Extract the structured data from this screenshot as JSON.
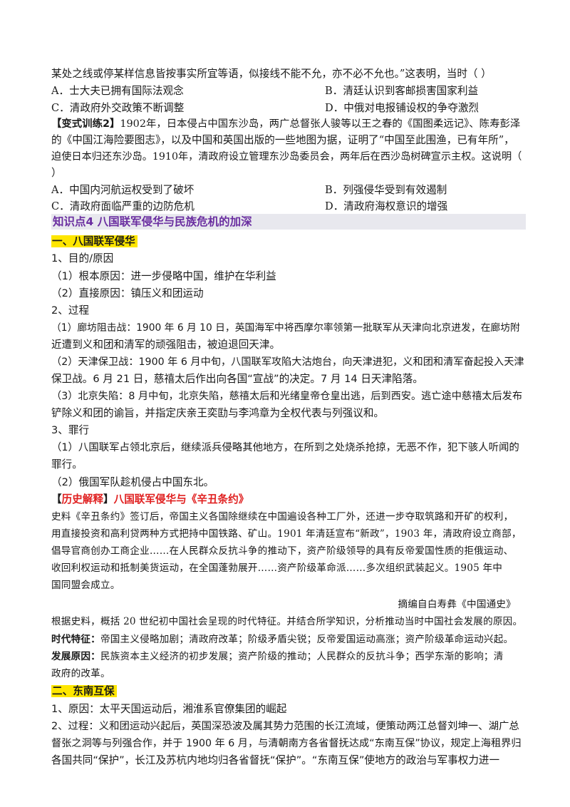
{
  "q_prev": {
    "line1": "某处之线或停某样信息皆按事实所宜等语，似接线不能不允，亦不必不允也。”这表明，当时（        ）",
    "optA": "A．士大夫已拥有国际法观念",
    "optB": "B．清廷认识到客邮损害国家利益",
    "optC": "C．清政府外交政策不断调整",
    "optD": "D．中俄对电报铺设权的争夺激烈"
  },
  "q2": {
    "tag": "【变式训练2】",
    "line1": "1902年，日本侵占中国东沙岛，两广总督张人骏等以王之春的《国图柔远记》、陈寿彭泽",
    "line2": "的《中国江海险要图志》，以及中国和英国出版的一些地图为据，证明了“中国至此围渔，已有年所”，",
    "line3": "迫使日本归还东沙岛。1910年，清政府设立管理东沙岛委员会，两年后在西沙岛树碑宣示主权。这说明（",
    "line4": "）",
    "optA": "A．中国内河航运权受到了破坏",
    "optB": "B．列强侵华受到有效遏制",
    "optC": "C．清政府面临严重的边防危机",
    "optD": "D．清政府海权意识的增强"
  },
  "kp4": "知识点4    八国联军侵华与民族危机的加深",
  "sec1": {
    "title": "一、八国联军侵华",
    "p1": "1、目的/原因",
    "p1a": "（1）根本原因：进一步侵略中国，维护在华利益",
    "p1b": "（2）直接原因：镇压义和团运动",
    "p2": "2、过程",
    "p2a1": "（1）廊坊阻击战：1900 年 6 月 10 日，英国海军中将西摩尔率领第一批联军从天津向北京进发，在廊坊附",
    "p2a2": "近遭到义和团和清军的顽强阻击，被迫退回天津。",
    "p2b1": "（2）天津保卫战：1900 年 6 月中旬，八国联军攻陷大沽炮台，向天津进犯，义和团和清军奋起投入天津",
    "p2b2": "保卫战。6 月 21 日，慈禧太后作出向各国“宣战”的决定。7 月 14 日天津陷落。",
    "p2c1": "（3）北京失陷：8 月中旬，北京失陷，慈禧太后和光绪皇帝仓皇出逃，后到西安。逃亡途中慈禧太后发布",
    "p2c2": "铲除义和团的谕旨，并指定庆亲王奕劻与李鸿章为全权代表与列强议和。",
    "p3": "3、罪行",
    "p3a1": "（1）八国联军占领北京后，继续派兵侵略其他地方，在所到之处烧杀抢掠，无恶不作，犯下骇人听闻的",
    "p3a2": "罪行。",
    "p3b": "（2）俄国军队趁机侵占中国东北。"
  },
  "hist": {
    "bracket_open": "【",
    "label": "历史解释",
    "bracket_close": "】",
    "title": "八国联军侵华与《辛丑条约》",
    "l1": "史料《辛丑条约》签订后，帝国主义各国除继续在中国遍设各种工厂外，还进一步夺取筑路和开矿的权利，",
    "l2": "用直接投资和高利贷两种方式把持中国铁路、矿山。1901 年清廷宣布“新政”，1903 年，清政府设立商部，",
    "l3": "倡导官商创办工商企业……在人民群众反抗斗争的推动下，资产阶级领导的具有反帝爱国性质的拒俄运动、",
    "l4": "收回利权运动和抵制美货运动，在全国蓬勃展开……资产阶级革命派……多次组织武装起义。1905 年中",
    "l5": "国同盟会成立。",
    "source": "摘编自白寿彝《中国通史》",
    "q": "根据史料，概括 20 世纪初中国社会呈现的时代特征。并结合所学知识，分析推动当时中国社会发展的原因。",
    "a1_label": "时代特征：",
    "a1": "帝国主义侵略加剧；清政府改革；阶级矛盾尖锐；反帝爱国运动高涨；资产阶级革命运动兴起。",
    "a2_label": "发展原因：",
    "a2": "民族资本主义经济的初步发展；资产阶级的推动；人民群众的反抗斗争；西学东渐的影响；清",
    "a2b": "政府的改革。"
  },
  "sec2": {
    "title": "二、东南互保",
    "p1": "1、原因：太平天国运动后，湘淮系官僚集团的崛起",
    "p2a": "2、过程：义和团运动兴起后，英国深恐波及属其势力范围的长江流域，便策动两江总督刘坤一、湖广总",
    "p2b": "督张之洞等与列强合作，并于 1900 年 6 月，与清朝南方各省督抚达成“东南互保”协议，规定上海租界归",
    "p2c": "各国共同“保护”，长江及苏杭内地均归各省督抚“保护”。“东南互保”使地方的政治与军事权力进一"
  }
}
